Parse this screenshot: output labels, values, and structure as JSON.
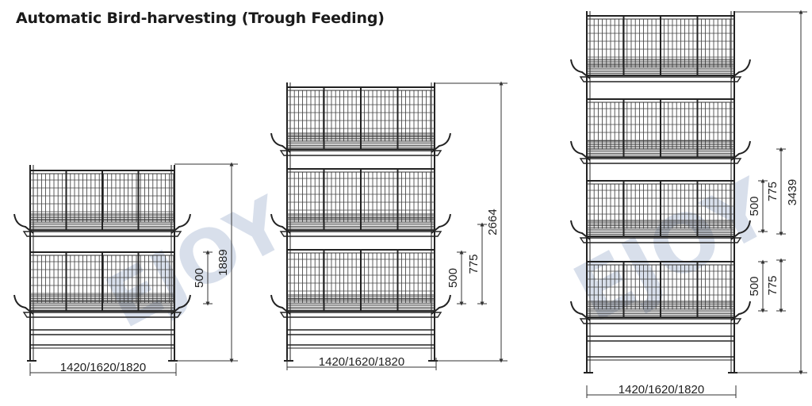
{
  "title": "Automatic Bird-harvesting (Trough Feeding)",
  "watermark": {
    "text": "EJOY",
    "color": "#b9c6dc"
  },
  "cages": [
    {
      "tiers": 2,
      "width_label": "1420/1620/1820",
      "dim_total": "1889",
      "dim_tier": "500",
      "dim_pitch": null
    },
    {
      "tiers": 3,
      "width_label": "1420/1620/1820",
      "dim_total": "2664",
      "dim_tier": "500",
      "dim_pitch": "775"
    },
    {
      "tiers": 4,
      "width_label": "1420/1620/1820",
      "dim_total": "3439",
      "dim_tier_upper": "500",
      "dim_pitch_upper": "775",
      "dim_tier_lower": "500",
      "dim_pitch_lower": "775"
    }
  ]
}
